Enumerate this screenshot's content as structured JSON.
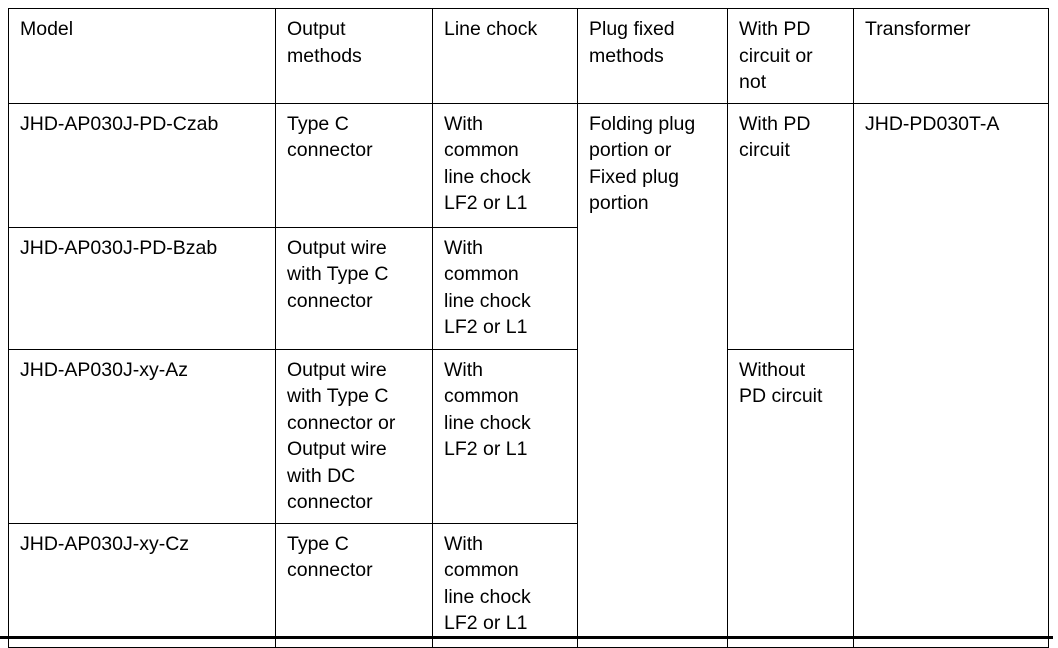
{
  "table": {
    "name": "product-model-specification-table",
    "columns": [
      {
        "key": "model",
        "header": "Model"
      },
      {
        "key": "output_methods",
        "header": "Output\nmethods"
      },
      {
        "key": "line_chock",
        "header": "Line chock"
      },
      {
        "key": "plug_fixed_methods",
        "header": "Plug fixed\nmethods"
      },
      {
        "key": "pd_circuit",
        "header": "With PD\ncircuit or\nnot"
      },
      {
        "key": "transformer",
        "header": "Transformer"
      }
    ],
    "rows": [
      {
        "model": "JHD-AP030J-PD-Czab",
        "output_methods": "Type C\nconnector",
        "line_chock": "With\ncommon\nline chock\nLF2 or L1",
        "plug_fixed_methods": "Folding plug\nportion or\nFixed plug\nportion",
        "pd_circuit": "With PD\ncircuit",
        "transformer": "JHD-PD030T-A"
      },
      {
        "model": "JHD-AP030J-PD-Bzab",
        "output_methods": "Output wire\nwith Type C\nconnector",
        "line_chock": "With\ncommon\nline chock\nLF2 or L1"
      },
      {
        "model": "JHD-AP030J-xy-Az",
        "output_methods": "Output wire\nwith Type C\nconnector or\nOutput wire\nwith DC\nconnector",
        "line_chock": "With\ncommon\nline chock\nLF2 or L1",
        "pd_circuit": "Without\nPD circuit"
      },
      {
        "model": "JHD-AP030J-xy-Cz",
        "output_methods": "Type C\nconnector",
        "line_chock": "With\ncommon\nline chock\nLF2 or L1"
      }
    ]
  }
}
